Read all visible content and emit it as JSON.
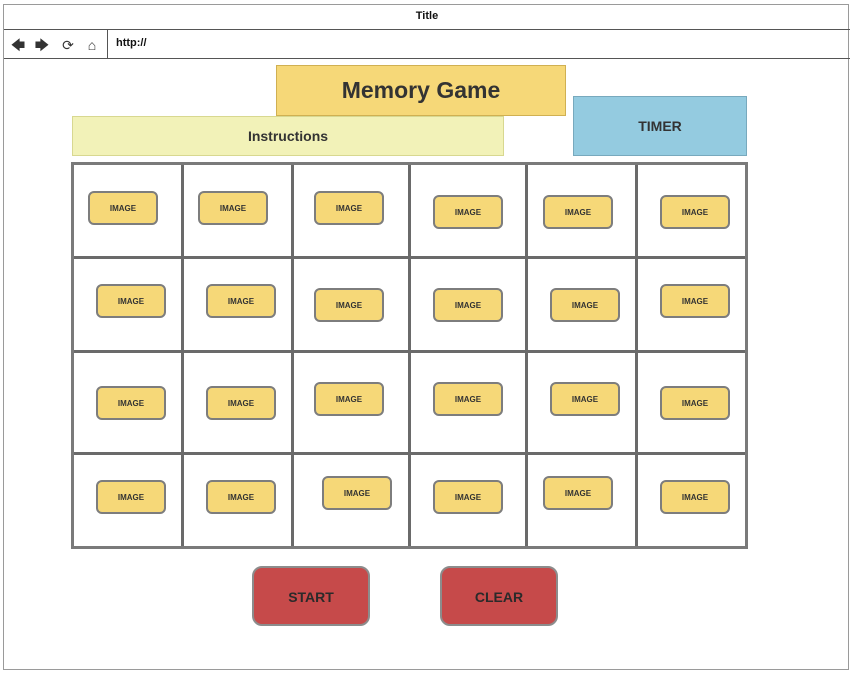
{
  "window": {
    "title": "Title"
  },
  "toolbar": {
    "back_icon": "back-arrow-icon",
    "forward_icon": "forward-arrow-icon",
    "refresh_icon": "refresh-icon",
    "home_icon": "home-icon",
    "url": "http://"
  },
  "header": {
    "title": "Memory Game",
    "instructions": "Instructions",
    "timer": "TIMER"
  },
  "board": {
    "rows": 4,
    "columns": 6,
    "cards": [
      [
        "IMAGE",
        "IMAGE",
        "IMAGE",
        "IMAGE",
        "IMAGE",
        "IMAGE"
      ],
      [
        "IMAGE",
        "IMAGE",
        "IMAGE",
        "IMAGE",
        "IMAGE",
        "IMAGE"
      ],
      [
        "IMAGE",
        "IMAGE",
        "IMAGE",
        "IMAGE",
        "IMAGE",
        "IMAGE"
      ],
      [
        "IMAGE",
        "IMAGE",
        "IMAGE",
        "IMAGE",
        "IMAGE",
        "IMAGE"
      ]
    ]
  },
  "controls": {
    "start_label": "START",
    "clear_label": "CLEAR"
  },
  "colors": {
    "title_bg": "#f6d878",
    "instructions_bg": "#f2f2b8",
    "timer_bg": "#94cbe0",
    "card_bg": "#f6d878",
    "button_bg": "#c64a4a"
  }
}
